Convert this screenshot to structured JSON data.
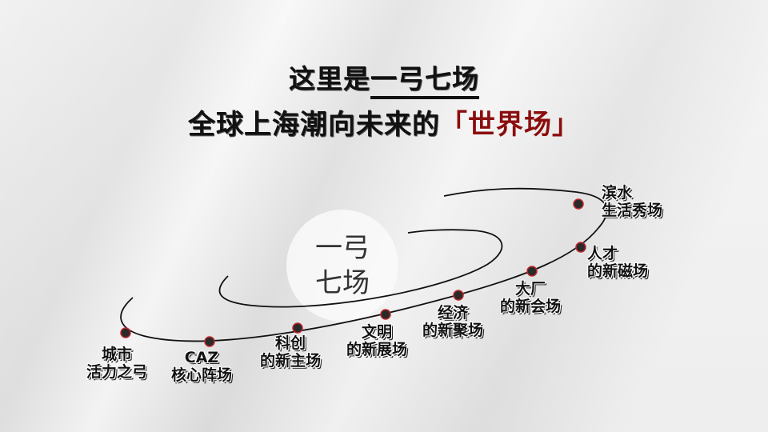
{
  "header": {
    "line1_prefix": "这里是",
    "line1_highlight": "一弓七场",
    "line2_prefix": "全球上海潮向未来的",
    "line2_bracket_open": "「",
    "line2_highlight": "世界场",
    "line2_bracket_close": "」"
  },
  "center": {
    "line1": "一弓",
    "line2": "七场"
  },
  "colors": {
    "accent_red": "#8b0d0d",
    "node_fill": "#2a2a2a",
    "node_ring": "#c0282d",
    "text": "#111111"
  },
  "nodes": [
    {
      "line1": "城市",
      "line2": "活力之弓"
    },
    {
      "line1": "CAZ",
      "line2": "核心阵场"
    },
    {
      "line1": "科创",
      "line2": "的新主场"
    },
    {
      "line1": "文明",
      "line2": "的新展场"
    },
    {
      "line1": "经济",
      "line2": "的新聚场"
    },
    {
      "line1": "大厂",
      "line2": "的新会场"
    },
    {
      "line1": "人才",
      "line2": "的新磁场"
    },
    {
      "line1": "滨水",
      "line2": "生活秀场"
    }
  ]
}
